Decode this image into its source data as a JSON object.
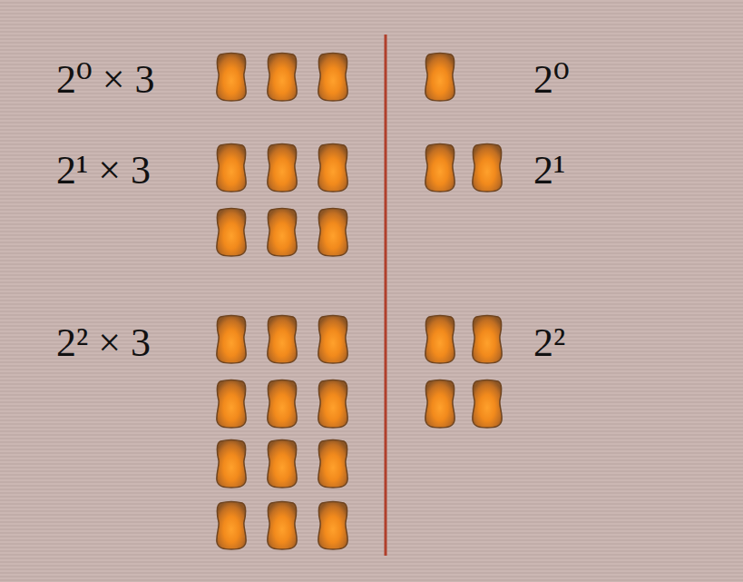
{
  "diagram": {
    "labels": [
      "2⁰ × 3",
      "2¹ × 3",
      "2² × 3",
      "2⁰",
      "2¹",
      "2²"
    ]
  }
}
